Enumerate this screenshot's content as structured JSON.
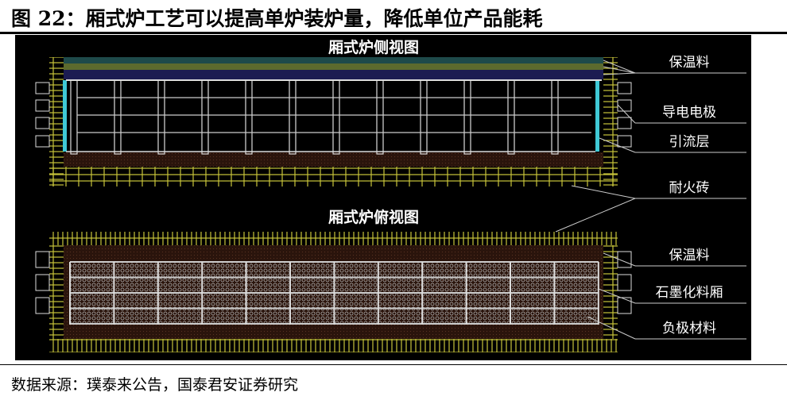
{
  "title": "图 22：厢式炉工艺可以提高单炉装炉量，降低单位产品能耗",
  "diagram": {
    "side_view_title": "厢式炉侧视图",
    "top_view_title": "厢式炉俯视图",
    "labels": [
      "保温料",
      "导电电极",
      "引流层",
      "耐火砖",
      "保温料",
      "石墨化料厢",
      "负极材料"
    ]
  },
  "source": "数据来源：璞泰来公告，国泰君安证券研究",
  "colors": {
    "brick": "#c8c43a",
    "frame": "#d8d8d8",
    "lead": "#3fc9d6",
    "insulation_top": "#5c6a2e",
    "insulation_navy": "#1c1c52",
    "fill_brown": "#2a140c"
  }
}
